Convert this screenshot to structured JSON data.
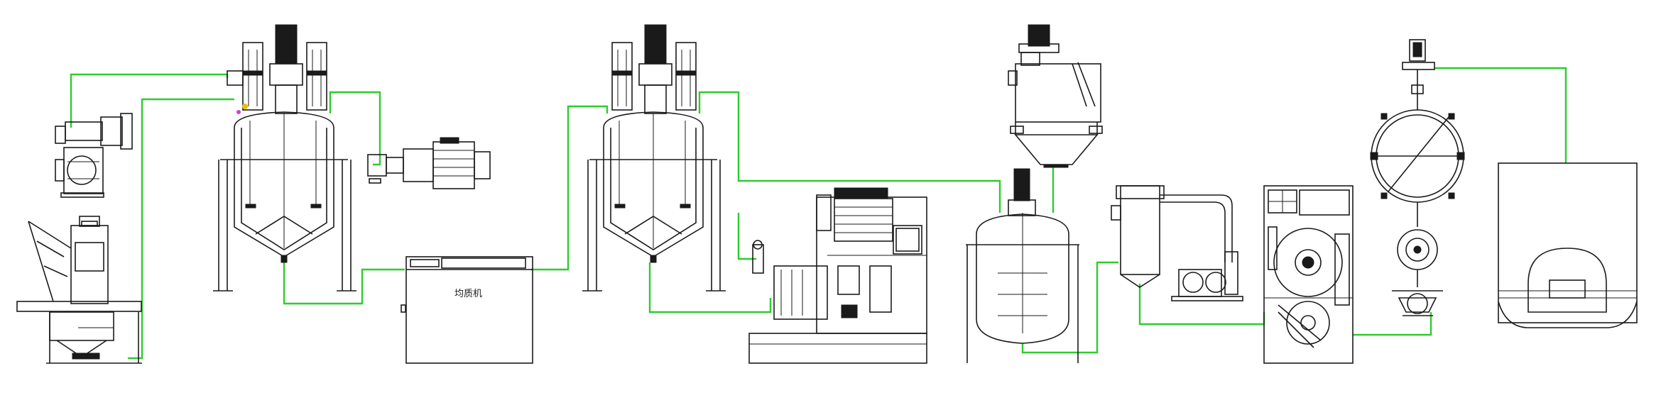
{
  "diagram": {
    "pipe_color": "#2ecc2e",
    "line_color": "#1a1a1a",
    "background": "#ffffff",
    "homogenizer_label": "均质机",
    "equipment": [
      {
        "id": "powder-feeder",
        "icon": "screw-feeder-icon"
      },
      {
        "id": "vacuum-pump",
        "icon": "pump-icon"
      },
      {
        "id": "premix-tank-1",
        "icon": "jacketed-mixing-tank-icon"
      },
      {
        "id": "transfer-pump",
        "icon": "pump-motor-icon"
      },
      {
        "id": "homogenizer",
        "icon": "homogenizer-icon"
      },
      {
        "id": "premix-tank-2",
        "icon": "jacketed-mixing-tank-icon"
      },
      {
        "id": "bead-mill",
        "icon": "bead-mill-icon"
      },
      {
        "id": "powder-hopper",
        "icon": "hopper-icon"
      },
      {
        "id": "storage-tank",
        "icon": "agitated-tank-icon"
      },
      {
        "id": "cyclone-blower",
        "icon": "cyclone-icon"
      },
      {
        "id": "filling-machine",
        "icon": "filler-icon"
      },
      {
        "id": "spherical-vessel",
        "icon": "sphere-vessel-icon"
      },
      {
        "id": "tote-container",
        "icon": "ibc-tote-icon"
      }
    ]
  }
}
